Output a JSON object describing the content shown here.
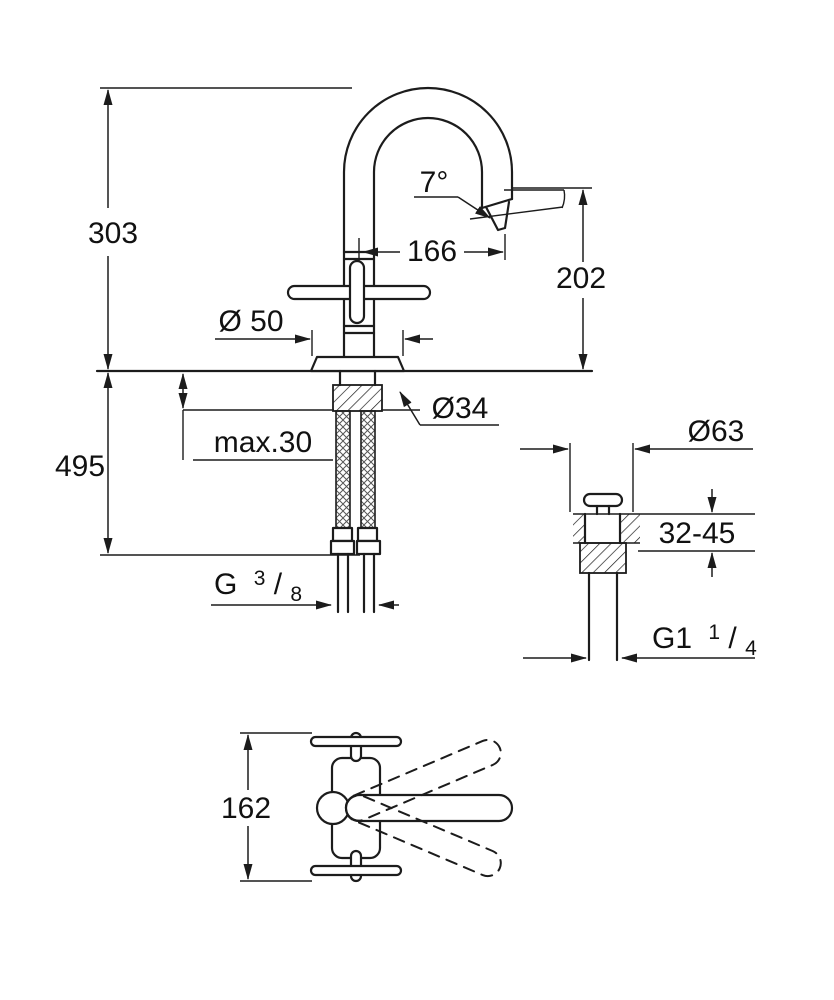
{
  "drawing": {
    "front": {
      "height_above": "303",
      "reach": "166",
      "outlet_height": "202",
      "spray_angle": "7°",
      "body_diameter": "Ø 50",
      "hole_diameter": "Ø34",
      "height_below": "495",
      "max_deck": "max.30",
      "supply_thread": {
        "prefix": "G",
        "numerator": "3",
        "slash": "/",
        "denominator": "8"
      }
    },
    "waste": {
      "flange_diameter": "Ø63",
      "deck_range": "32-45",
      "thread": {
        "prefix": "G1",
        "numerator": "1",
        "slash": "/",
        "denominator": "4"
      }
    },
    "top": {
      "handle_span": "162"
    }
  }
}
